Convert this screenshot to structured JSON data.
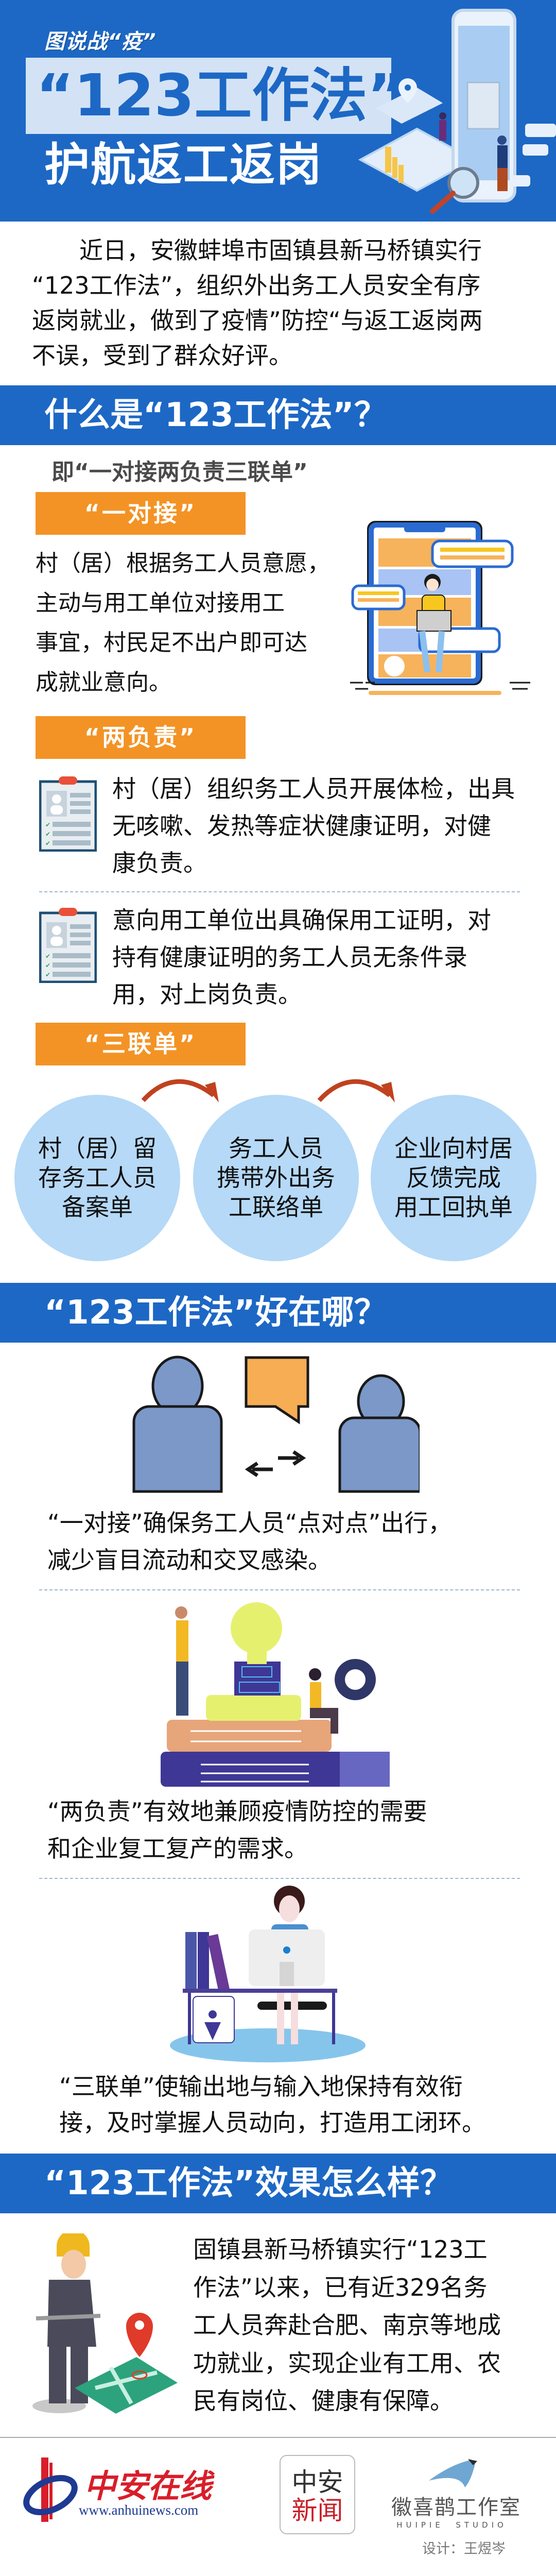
{
  "header": {
    "series": "图说战“疫”",
    "title": "“123工作法”",
    "subtitle": "护航返工返岗"
  },
  "intro": {
    "lines": [
      "近日，安徽蚌埠市固镇县新马桥镇实行",
      "“123工作法”，组织外出务工人员安全有序",
      "返岗就业，做到了疫情”防控“与返工返岗两",
      "不误，受到了群众好评。"
    ]
  },
  "what": {
    "title": "什么是“123工作法”？",
    "subtitle": "即“一对接两负责三联单”",
    "one": {
      "label": "“一对接”",
      "lines": [
        "村（居）根据务工人员意愿，",
        "主动与用工单位对接用工",
        "事宜，村民足不出户即可达",
        "成就业意向。"
      ]
    },
    "two": {
      "label": "“两负责”",
      "items": [
        {
          "lines": [
            "村（居）组织务工人员开展体检，出具",
            "无咳嗽、发热等症状健康证明，对健",
            "康负责。"
          ]
        },
        {
          "lines": [
            "意向用工单位出具确保用工证明，对",
            "持有健康证明的务工人员无条件录",
            "用，对上岗负责。"
          ]
        }
      ]
    },
    "three": {
      "label": "“三联单”",
      "forms": [
        {
          "lines": [
            "村（居）留",
            "存务工人员",
            "备案单"
          ]
        },
        {
          "lines": [
            "务工人员",
            "携带外出务",
            "工联络单"
          ]
        },
        {
          "lines": [
            "企业向村居",
            "反馈完成",
            "用工回执单"
          ]
        }
      ]
    }
  },
  "benefits": {
    "title": "“123工作法”好在哪？",
    "items": [
      {
        "lines": [
          "“一对接”确保务工人员“点对点”出行，",
          "减少盲目流动和交叉感染。"
        ]
      },
      {
        "lines": [
          "“两负责”有效地兼顾疫情防控的需要",
          "和企业复工复产的需求。"
        ]
      },
      {
        "lines": [
          "“三联单”使输出地与输入地保持有效衔",
          "接，及时掌握人员动向，打造用工闭环。"
        ]
      }
    ]
  },
  "effect": {
    "title": "“123工作法”效果怎么样？",
    "lines": [
      "固镇县新马桥镇实行“123工",
      "作法”以来，已有近329名务",
      "工人员奔赴合肥、南京等地成",
      "功就业，实现企业有工用、农",
      "民有岗位、健康有保障。"
    ]
  },
  "footer": {
    "logo1_name": "中安在线",
    "logo1_url": "www.anhuinews.com",
    "logo2_top": "中安",
    "logo2_bottom": "新闻",
    "logo3_name": "徽喜鹊工作室",
    "logo3_en": "HUIPIE  STUDIO",
    "designer": "设计：王煜岑"
  },
  "colors": {
    "brand_blue": "#1d68c5",
    "orange": "#f39325",
    "circle_blue": "#b5d9f7"
  }
}
